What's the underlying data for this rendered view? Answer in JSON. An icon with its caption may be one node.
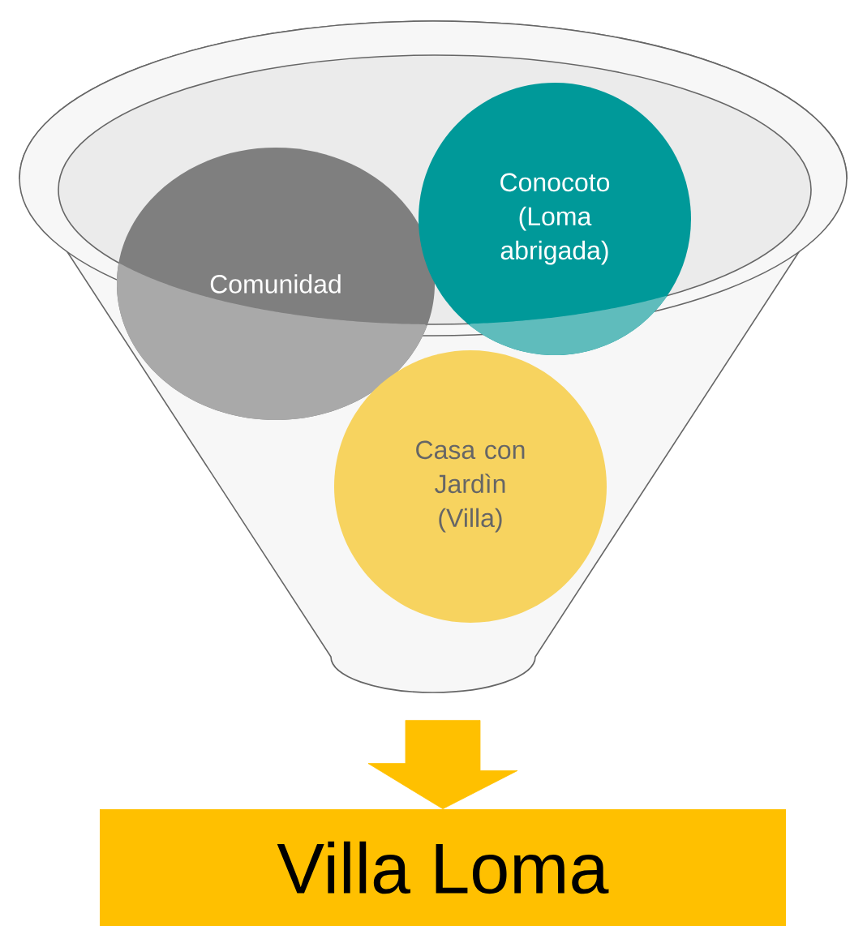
{
  "diagram": {
    "nodes": [
      {
        "text": [],
        "shape": "funnel"
      },
      {
        "text": [
          "Comunidad"
        ],
        "in": 0
      },
      {
        "text": [
          "Conocoto (Loma abrigada)"
        ],
        "in": 0
      },
      {
        "text": [
          "Casa con Jardìn (Villa)"
        ],
        "in": 0
      },
      {
        "text": [
          "Villa Loma"
        ]
      }
    ],
    "edges": [
      {
        "from": 0,
        "to": 4,
        "arrow": "to",
        "color": "#ffc000",
        "style": "thick"
      }
    ]
  }
}
